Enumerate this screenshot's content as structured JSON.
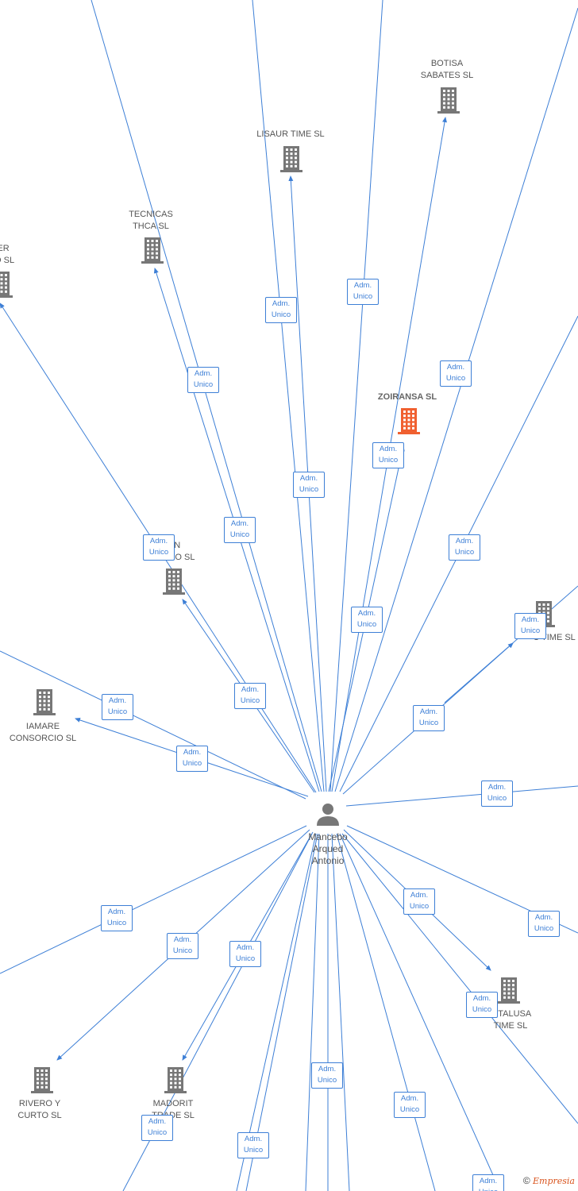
{
  "center_person": {
    "name": "Mancebo\nArqued\nAntonio",
    "icon": "person-icon"
  },
  "edge_label_text": "Adm.\nUnico",
  "colors": {
    "edge": "#3d7fd6",
    "building": "#777777",
    "highlight_building": "#f06030",
    "label": "#555555"
  },
  "companies": [
    {
      "id": "botisa",
      "name": "BOTISA\nSABATES SL",
      "icon": "building-icon"
    },
    {
      "id": "lisaur",
      "name": "LISAUR TIME  SL",
      "icon": "building-icon"
    },
    {
      "id": "tecnicas",
      "name": "TECNICAS\nTHCA SL",
      "icon": "building-icon"
    },
    {
      "id": "left-partial",
      "name": "ER\nIO  SL",
      "icon": "building-icon"
    },
    {
      "id": "right-partial",
      "name": "C",
      "icon": "building-icon"
    },
    {
      "id": "zoiransa",
      "name": "ZOIRANSA  SL",
      "icon": "building-icon",
      "highlight": true
    },
    {
      "id": "xian",
      "name": "IAN\nC    RCIO SL",
      "icon": "building-icon"
    },
    {
      "id": "time-right",
      "name": "C    TIME SL",
      "icon": "building-icon"
    },
    {
      "id": "iamare",
      "name": "IAMARE\nCONSORCIO SL",
      "icon": "building-icon"
    },
    {
      "id": "vitalusa",
      "name": "VITALUSA\nTIME  SL",
      "icon": "building-icon"
    },
    {
      "id": "rivero",
      "name": "RIVERO Y\nCURTO  SL",
      "icon": "building-icon"
    },
    {
      "id": "madorit",
      "name": "MADORIT\nTRADE  SL",
      "icon": "building-icon"
    }
  ],
  "footer": {
    "copyright_symbol": "©",
    "brand": "Empresia"
  }
}
